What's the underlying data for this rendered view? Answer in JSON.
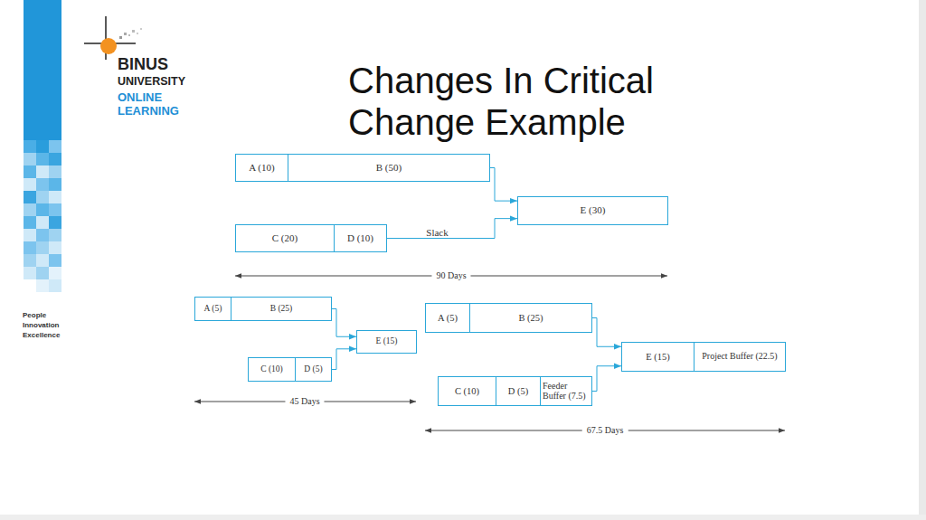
{
  "diagram": {
    "title": "Changes In Critical Change Example",
    "nodes": [
      {
        "text": [
          "A (10)"
        ]
      },
      {
        "text": [
          "B (50)"
        ]
      },
      {
        "text": [
          "E (30)"
        ]
      },
      {
        "text": [
          "C (20)"
        ]
      },
      {
        "text": [
          "D (10)"
        ]
      },
      {
        "text": [
          "A (5)"
        ]
      },
      {
        "text": [
          "B (25)"
        ]
      },
      {
        "text": [
          "E (15)"
        ]
      },
      {
        "text": [
          "C (10)"
        ]
      },
      {
        "text": [
          "D (5)"
        ]
      },
      {
        "text": [
          "A (5)"
        ]
      },
      {
        "text": [
          "B (25)"
        ]
      },
      {
        "text": [
          "E (15)"
        ]
      },
      {
        "text": [
          "Project Buffer (22.5)"
        ]
      },
      {
        "text": [
          "C (10)"
        ]
      },
      {
        "text": [
          "D (5)"
        ]
      },
      {
        "text": [
          "Feeder Buffer (7.5)"
        ]
      }
    ],
    "edges": [
      {
        "from": 1,
        "to": 2,
        "arrow": "to"
      },
      {
        "from": 4,
        "to": 2,
        "label": "Slack",
        "arrow": "to"
      },
      {
        "from": 6,
        "to": 7,
        "arrow": "to"
      },
      {
        "from": 9,
        "to": 7,
        "arrow": "to"
      },
      {
        "from": 11,
        "to": 12,
        "arrow": "to"
      },
      {
        "from": 16,
        "to": 12,
        "arrow": "to"
      }
    ],
    "labels": [
      "BINUS",
      "UNIVERSITY",
      "ONLINE LEARNING",
      "People Innovation Excellence",
      "90 Days",
      "45 Days",
      "67.5 Days"
    ]
  }
}
